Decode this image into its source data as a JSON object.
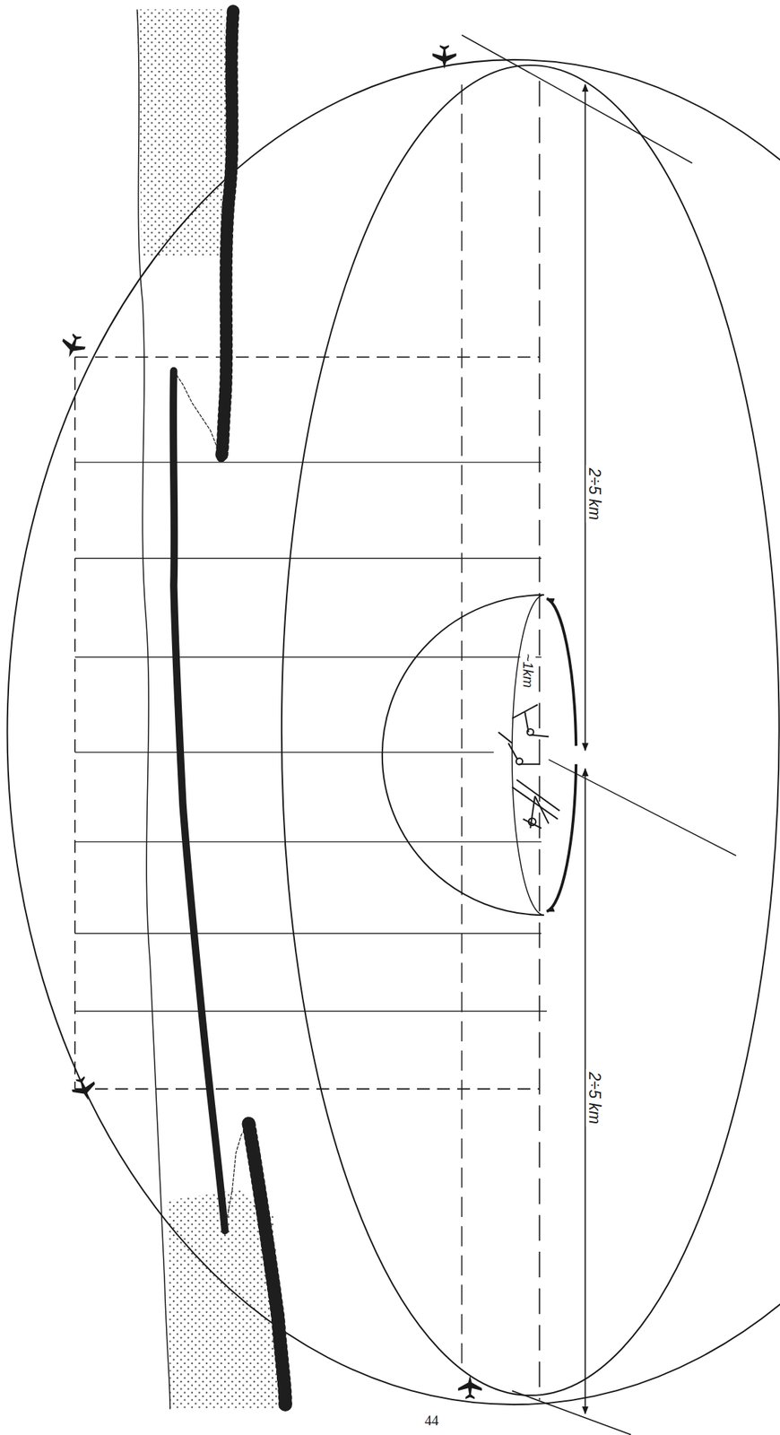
{
  "diagram": {
    "labels": [
      "2÷5 km",
      "~1km",
      "2÷5 km",
      "44"
    ]
  }
}
